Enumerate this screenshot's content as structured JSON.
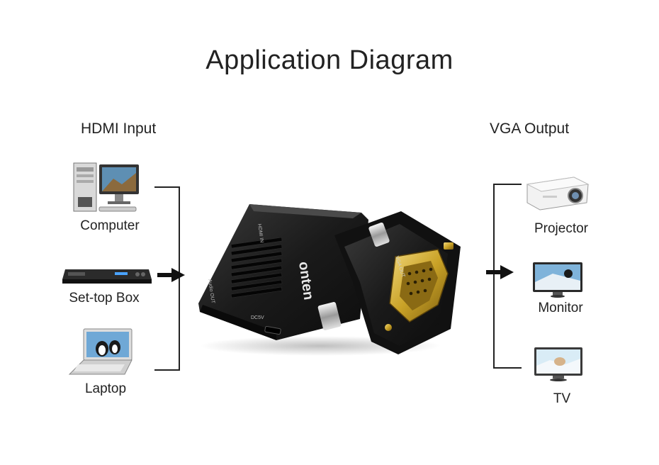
{
  "title": "Application Diagram",
  "input": {
    "heading": "HDMI Input",
    "devices": [
      {
        "label": "Computer",
        "icon": "computer-icon"
      },
      {
        "label": "Set-top Box",
        "icon": "set-top-box-icon"
      },
      {
        "label": "Laptop",
        "icon": "laptop-icon"
      }
    ]
  },
  "output": {
    "heading": "VGA Output",
    "devices": [
      {
        "label": "Projector",
        "icon": "projector-icon"
      },
      {
        "label": "Monitor",
        "icon": "monitor-icon"
      },
      {
        "label": "TV",
        "icon": "tv-icon"
      }
    ]
  },
  "adapter": {
    "brand": "onten",
    "port_hdmi_in": "HDMI IN",
    "port_audio_out": "Audio OUT",
    "port_vga_out": "VGA OUT",
    "port_dc5v": "DC5V"
  },
  "colors": {
    "line": "#222222",
    "adapter_body": "#1a1a1a",
    "vga_gold": "#c9a227"
  }
}
